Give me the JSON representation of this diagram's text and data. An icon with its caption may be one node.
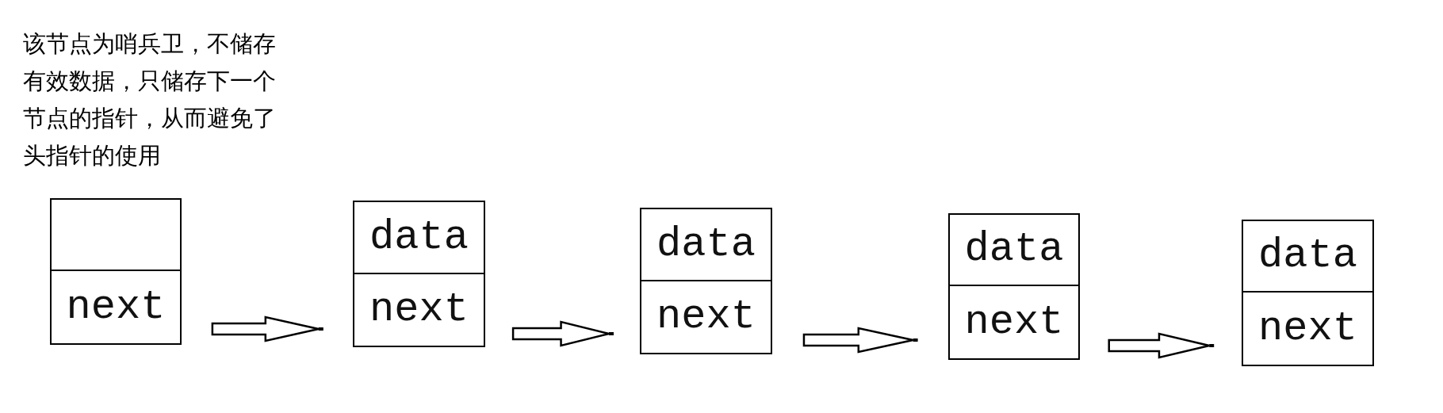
{
  "diagram": {
    "nodes": [
      {
        "text": [
          "next"
        ],
        "beside": [
          "该节点为哨兵卫，不储存有效数据，只储存下一个节点的指针，从而避免了头指针的使用"
        ]
      },
      {
        "text": [
          "data",
          "next"
        ]
      },
      {
        "text": [
          "data",
          "next"
        ]
      },
      {
        "text": [
          "data",
          "next"
        ]
      },
      {
        "text": [
          "data",
          "next"
        ]
      }
    ],
    "edges": [
      {
        "from": 0,
        "to": 1,
        "arrow": "to"
      },
      {
        "from": 1,
        "to": 2,
        "arrow": "to"
      },
      {
        "from": 2,
        "to": 3,
        "arrow": "to"
      },
      {
        "from": 3,
        "to": 4,
        "arrow": "to"
      }
    ]
  }
}
